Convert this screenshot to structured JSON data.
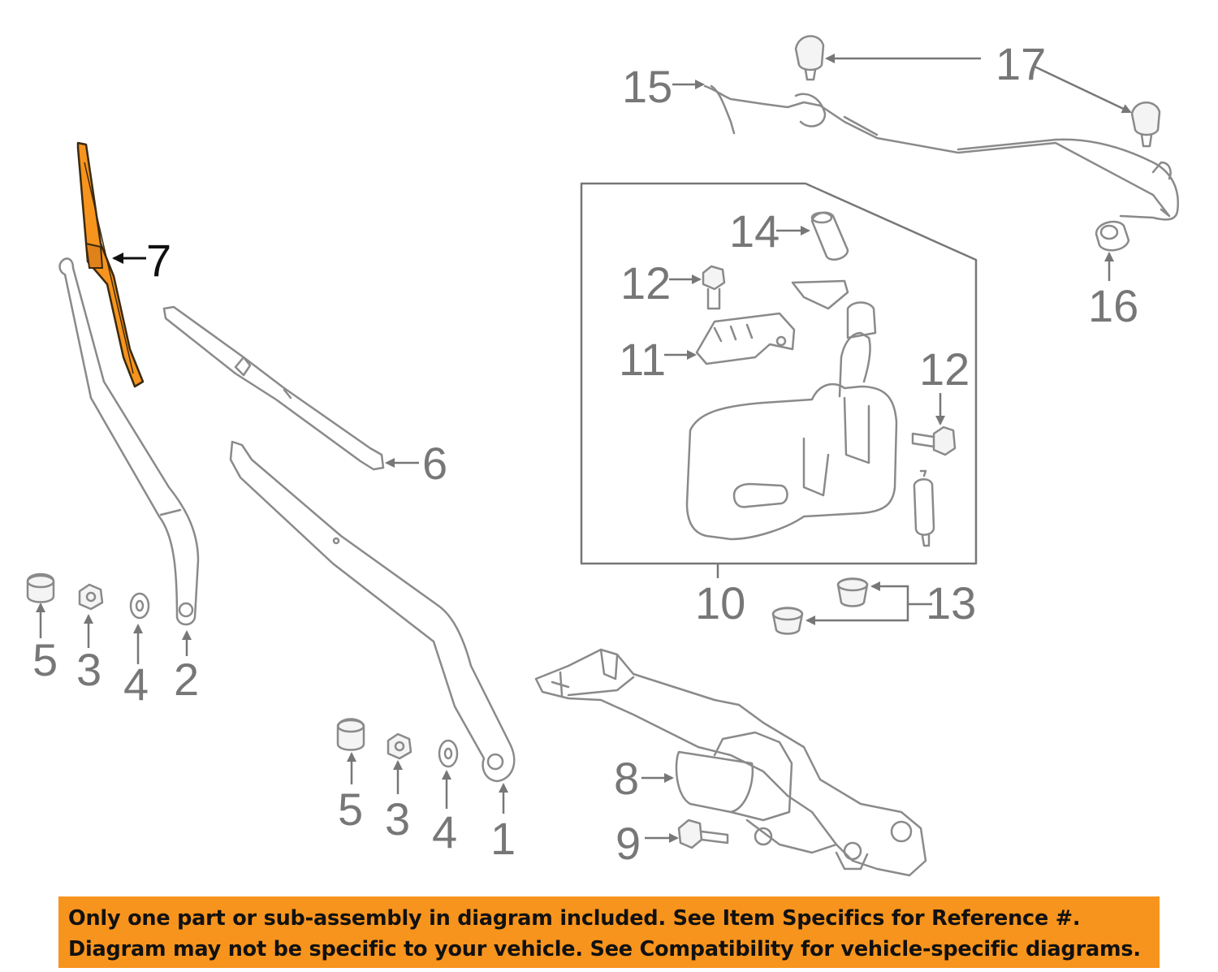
{
  "callouts": {
    "c1": "1",
    "c2": "2",
    "c3a": "3",
    "c3b": "3",
    "c4a": "4",
    "c4b": "4",
    "c5a": "5",
    "c5b": "5",
    "c6": "6",
    "c7": "7",
    "c8": "8",
    "c9": "9",
    "c10": "10",
    "c11": "11",
    "c12a": "12",
    "c12b": "12",
    "c13": "13",
    "c14": "14",
    "c15": "15",
    "c16": "16",
    "c17": "17"
  },
  "notice": {
    "line1": "Only one part or sub-assembly in diagram included. See Item Specifics for Reference #.",
    "line2": "Diagram may not be specific to your vehicle. See Compatibility for vehicle-specific diagrams."
  },
  "colors": {
    "highlight_part": "#f7941d",
    "notice_background": "#f7941d",
    "line_art": "#8a8a8a"
  }
}
